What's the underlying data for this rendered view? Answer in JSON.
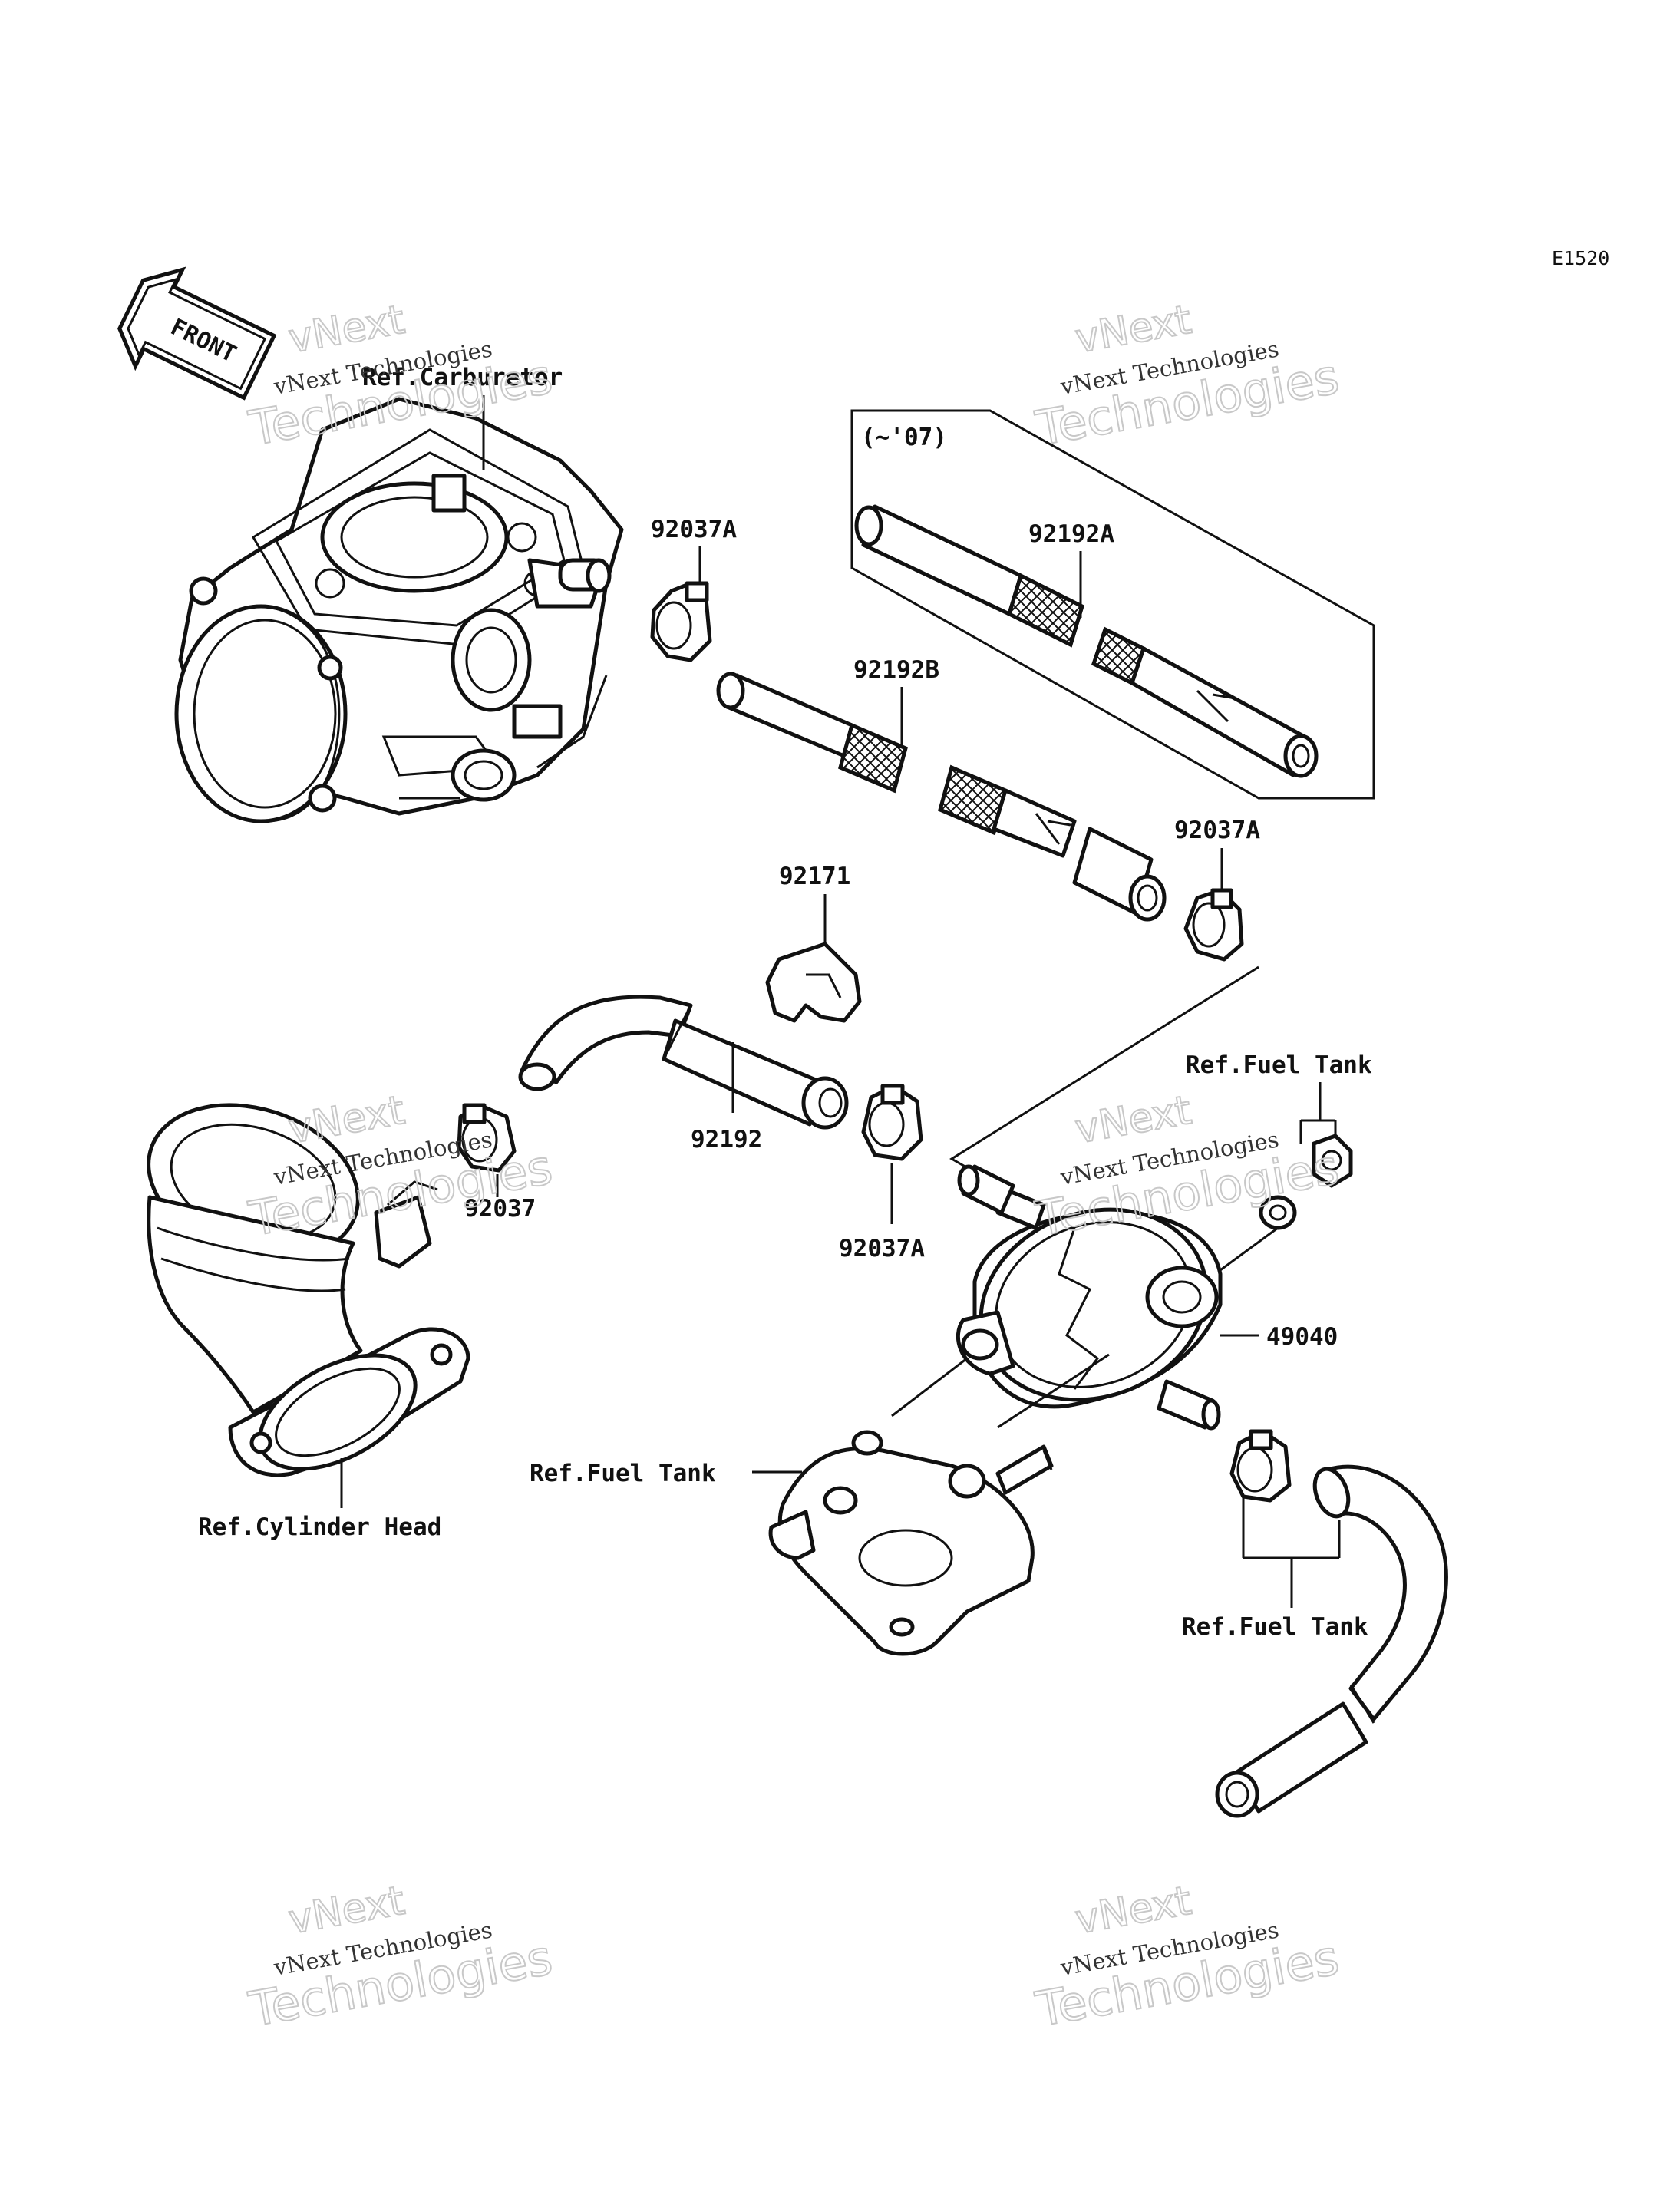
{
  "diagram_code": "E1520",
  "front_label": "FRONT",
  "watermark": {
    "line1": "vNext",
    "line2": "vNext Technologies",
    "line3": "Technologies"
  },
  "labels": {
    "ref_carburetor": "Ref.Carburetor",
    "p92037A_top": "92037A",
    "variant_note": "(~'07)",
    "p92192A": "92192A",
    "p92192B": "92192B",
    "p92037A_right": "92037A",
    "p92171": "92171",
    "ref_fuel_tank_top": "Ref.Fuel Tank",
    "p92192": "92192",
    "p92037": "92037",
    "p92037A_mid": "92037A",
    "p49040": "49040",
    "ref_fuel_tank_left": "Ref.Fuel Tank",
    "ref_cylinder_head": "Ref.Cylinder Head",
    "ref_fuel_tank_bottom": "Ref.Fuel Tank"
  }
}
